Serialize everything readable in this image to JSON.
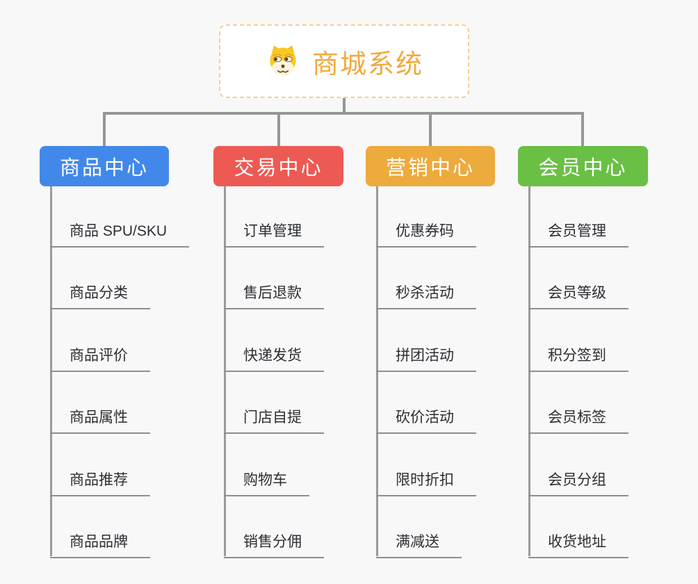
{
  "root": {
    "title": "商城系统",
    "icon": "doge-icon"
  },
  "colors": {
    "background": "#f8f8f8",
    "root_text": "#f2a93c",
    "root_border": "#f2cf96",
    "connector": "#969696",
    "item_underline": "#8e8e8e",
    "item_text": "#2b2e33",
    "branch_blue": "#4288ea",
    "branch_red": "#ed5a54",
    "branch_orange": "#edaa3d",
    "branch_green": "#6abf45"
  },
  "branches": [
    {
      "label": "商品中心",
      "color": "#4288ea",
      "items": [
        "商品 SPU/SKU",
        "商品分类",
        "商品评价",
        "商品属性",
        "商品推荐",
        "商品品牌"
      ]
    },
    {
      "label": "交易中心",
      "color": "#ed5a54",
      "items": [
        "订单管理",
        "售后退款",
        "快递发货",
        "门店自提",
        "购物车",
        "销售分佣"
      ]
    },
    {
      "label": "营销中心",
      "color": "#edaa3d",
      "items": [
        "优惠券码",
        "秒杀活动",
        "拼团活动",
        "砍价活动",
        "限时折扣",
        "满减送"
      ]
    },
    {
      "label": "会员中心",
      "color": "#6abf45",
      "items": [
        "会员管理",
        "会员等级",
        "积分签到",
        "会员标签",
        "会员分组",
        "收货地址"
      ]
    }
  ]
}
